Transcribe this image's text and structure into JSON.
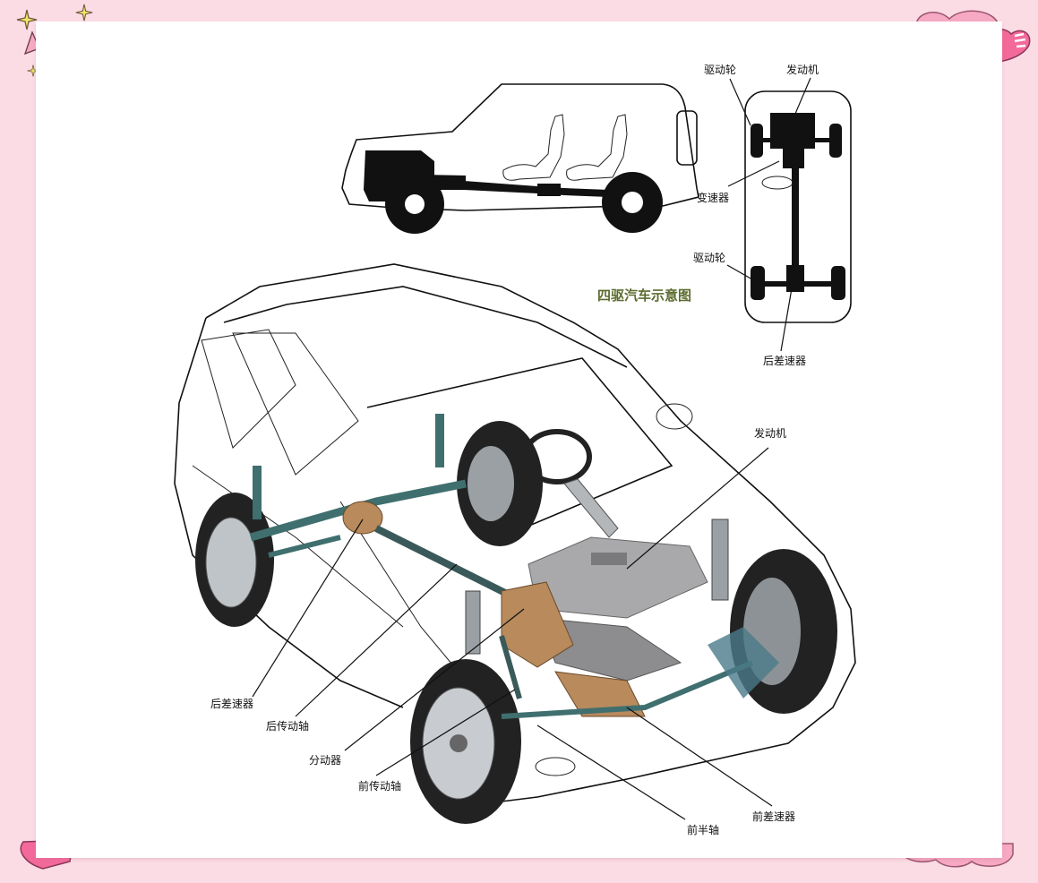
{
  "schematic": {
    "title": "四驱汽车示意图",
    "labels": {
      "front_drive_wheel": "驱动轮",
      "engine": "发动机",
      "transmission": "变速器",
      "rear_drive_wheel": "驱动轮",
      "rear_differential": "后差速器"
    }
  },
  "cutaway": {
    "labels": {
      "engine": "发动机",
      "rear_differential": "后差速器",
      "rear_driveshaft": "后传动轴",
      "transfer_case": "分动器",
      "front_driveshaft": "前传动轴",
      "front_half_shaft": "前半轴",
      "front_differential": "前差速器"
    }
  },
  "colors": {
    "background": "#fbdbe4",
    "title_text": "#5c6b2e",
    "suspension": "#3f6f6e",
    "driveline_bronze": "#b88a5c",
    "engine_cover": "#a9a9ab"
  },
  "decorations": [
    "sparkle-icon",
    "heart-icon"
  ]
}
